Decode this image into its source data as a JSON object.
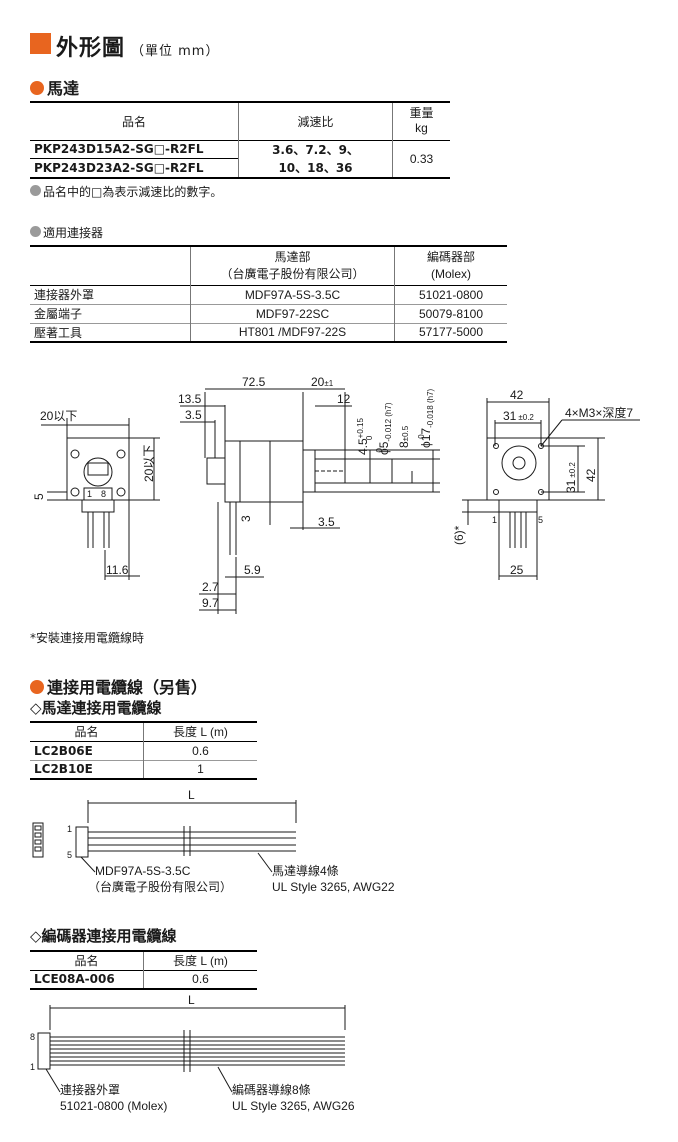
{
  "header": {
    "title": "外形圖",
    "unit": "（單位 mm）"
  },
  "motor": {
    "heading": "馬達",
    "table": {
      "headers": [
        "品名",
        "減速比",
        "重量",
        "kg"
      ],
      "products": [
        "PKP243D15A2-SG□-R2FL",
        "PKP243D23A2-SG□-R2FL"
      ],
      "ratios_line1": "3.6、7.2、9、",
      "ratios_line2": "10、18、36",
      "weight": "0.33"
    },
    "note": "品名中的□為表示減速比的數字。"
  },
  "connectors": {
    "heading": "適用連接器",
    "headers": {
      "motor_1": "馬達部",
      "motor_2": "（台廣電子股份有限公司）",
      "encoder_1": "編碼器部",
      "encoder_2": "(Molex)"
    },
    "rows": [
      {
        "label": "連接器外罩",
        "motor": "MDF97A-5S-3.5C",
        "encoder": "51021-0800"
      },
      {
        "label": "金屬端子",
        "motor": "MDF97-22SC",
        "encoder": "50079-8100"
      },
      {
        "label": "壓著工具",
        "motor": "HT801 /MDF97-22S",
        "encoder": "57177-5000"
      }
    ]
  },
  "drawing": {
    "front": {
      "w_label": "20以下",
      "h_label": "20以下",
      "left_dim": "5",
      "pin_1": "1",
      "pin_8": "8",
      "bottom_dim": "11.6"
    },
    "side": {
      "len": "72.5",
      "shaft": "20",
      "shaft_tol": "±1",
      "d135": "13.5",
      "d35a": "3.5",
      "d12": "12",
      "v1": "4.5",
      "v1_tol": "+0.15",
      "v1_base": "0",
      "v2": "ϕ5",
      "v2_tol": "-0.012 (h7)",
      "v2_base": "0",
      "v3": "8",
      "v3_tol": "±0.5",
      "v4": "ϕ17",
      "v4_tol": "-0.018 (h7)",
      "v4_base": "0",
      "d3": "3",
      "d35b": "3.5",
      "d59": "5.9",
      "d27": "2.7",
      "d97": "9.7"
    },
    "back": {
      "w": "42",
      "inner": "31",
      "inner_tol": "±0.2",
      "screws": "4×M3×深度7",
      "h": "42",
      "vinner": "31",
      "vinner_tol": "±0.2",
      "d6": "(6)*",
      "pin_1": "1",
      "pin_5": "5",
      "bottom": "25"
    }
  },
  "footnote": "*安裝連接用電纜線時",
  "cables": {
    "heading": "連接用電纜線（另售）",
    "motor_cable": {
      "heading": "◇馬達連接用電纜線",
      "headers": [
        "品名",
        "長度 L (m)"
      ],
      "rows": [
        {
          "name": "LC2B06E",
          "len": "0.6"
        },
        {
          "name": "LC2B10E",
          "len": "1"
        }
      ],
      "L": "L",
      "pin_1": "1",
      "pin_5": "5",
      "conn_1": "MDF97A-5S-3.5C",
      "conn_2": "（台廣電子股份有限公司）",
      "wire_1": "馬達導線4條",
      "wire_2": "UL Style 3265, AWG22"
    },
    "encoder_cable": {
      "heading": "◇編碼器連接用電纜線",
      "headers": [
        "品名",
        "長度 L (m)"
      ],
      "rows": [
        {
          "name": "LCE08A-006",
          "len": "0.6"
        }
      ],
      "L": "L",
      "pin_8": "8",
      "pin_1": "1",
      "conn_1": "連接器外罩",
      "conn_2": "51021-0800 (Molex)",
      "wire_1": "編碼器導線8條",
      "wire_2": "UL Style 3265, AWG26"
    }
  },
  "colors": {
    "accent": "#e8651f",
    "gray_dot": "#9a9a9a",
    "line": "#1a1a1a"
  }
}
